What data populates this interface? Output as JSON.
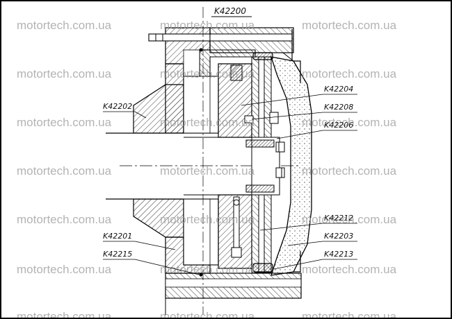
{
  "title_code": "K42200",
  "watermark": "motortech.com.ua",
  "labels": {
    "k42202": "K42202",
    "k42204": "K42204",
    "k42208": "K42208",
    "k42206": "K42206",
    "k42212": "K42212",
    "k42201": "K42201",
    "k42203": "K42203",
    "k42215": "K42215",
    "k42213": "K42213"
  }
}
